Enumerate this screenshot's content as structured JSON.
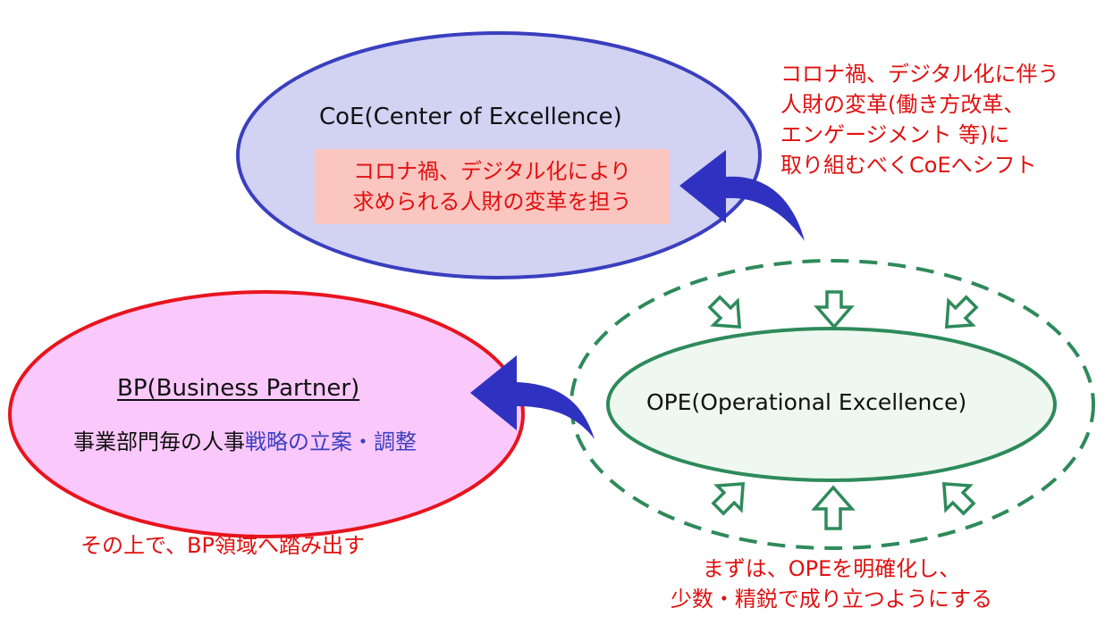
{
  "coe": {
    "title": "CoE(Center of Excellence)",
    "box_text": "コロナ禍、デジタル化により\n求められる人財の変革を担う"
  },
  "bp": {
    "title": "BP(Business Partner)",
    "desc_plain": "事業部門毎の人事",
    "desc_highlight": "戦略の立案・調整"
  },
  "ope": {
    "title": "OPE(Operational Excellence)"
  },
  "notes": {
    "right": "コロナ禍、デジタル化に伴う\n人財の変革(働き方改革、\nエンゲージメント 等)に\n取り組むべくCoEへシフト",
    "bp": "その上で、BP領域へ踏み出す",
    "ope": "まずは、OPEを明確化し、\n少数・精鋭で成り立つようにする"
  },
  "colors": {
    "coe_fill": "#d2d2f3",
    "coe_stroke": "#3a3fbf",
    "bp_fill": "#fbc8fb",
    "bp_stroke": "#e8141e",
    "ope_fill": "#eef7f0",
    "ope_stroke": "#2e8a5a",
    "arrow": "#2f32c0",
    "note_red": "#e01010"
  }
}
